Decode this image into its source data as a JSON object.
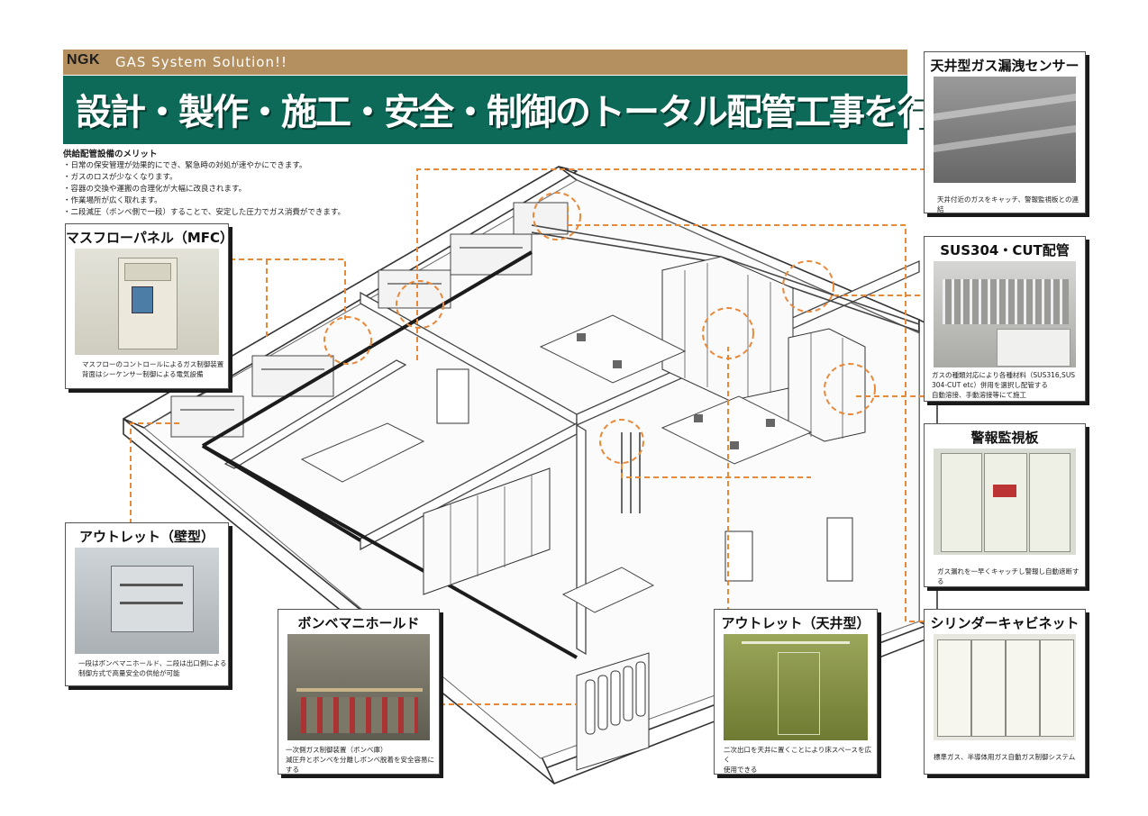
{
  "header": {
    "brand": "NGK",
    "tagline": "GAS System Solution!!",
    "headline": "設計・製作・施工・安全・制御のトータル配管工事を行ないます"
  },
  "merits": {
    "title": "供給配管設備のメリット",
    "items": [
      "・日常の保安管理が効果的にでき、緊急時の対処が速やかにできます。",
      "・ガスのロスが少なくなります。",
      "・容器の交換や運搬の合理化が大幅に改良されます。",
      "・作業場所が広く取れます。",
      "・二段減圧（ボンベ側で一段）することで、安定した圧力でガス消費ができます。"
    ]
  },
  "callouts": {
    "mfc": {
      "title": "マスフローパネル（MFC）",
      "caption": [
        "マスフローのコントロールによるガス制御装置",
        "背面はシーケンサー制御による電気設備"
      ]
    },
    "wall_outlet": {
      "title": "アウトレット（壁型）",
      "caption": [
        "一段はボンベマニホールド、二段は出口側による",
        "制御方式で高量安全の供給が可能"
      ]
    },
    "manifold": {
      "title": "ボンベマニホールド",
      "caption": [
        "一次側ガス制御装置（ボンベ庫）",
        "減圧弁とボンベを分離しボンベ脱着を安全容易にする"
      ]
    },
    "ceiling_outlet": {
      "title": "アウトレット（天井型）",
      "caption": [
        "二次出口を天井に置くことにより床スペースを広く",
        "使用できる"
      ]
    },
    "sensor": {
      "title": "天井型ガス漏洩センサー",
      "caption": [
        "天井付近のガスをキャッチ、警報監視板との連結"
      ]
    },
    "sus": {
      "title": "SUS304・CUT配管",
      "caption": [
        "ガスの種類対応により各種材料（SUS316,SUS",
        "304-CUT etc）併用を選択し配管する",
        "自動溶接、手動溶接等にて施工"
      ]
    },
    "alarm": {
      "title": "警報監視板",
      "caption": [
        "ガス漏れを一早くキャッチし警報し自動遮断する"
      ]
    },
    "cabinet": {
      "title": "シリンダーキャビネット",
      "caption": [
        "標準ガス、半導体用ガス自動ガス制御システム"
      ]
    }
  },
  "colors": {
    "header_band": "#b48f5f",
    "headline_band": "#0d6a58",
    "leader_line": "#e8893a",
    "pipe": "#222222"
  }
}
